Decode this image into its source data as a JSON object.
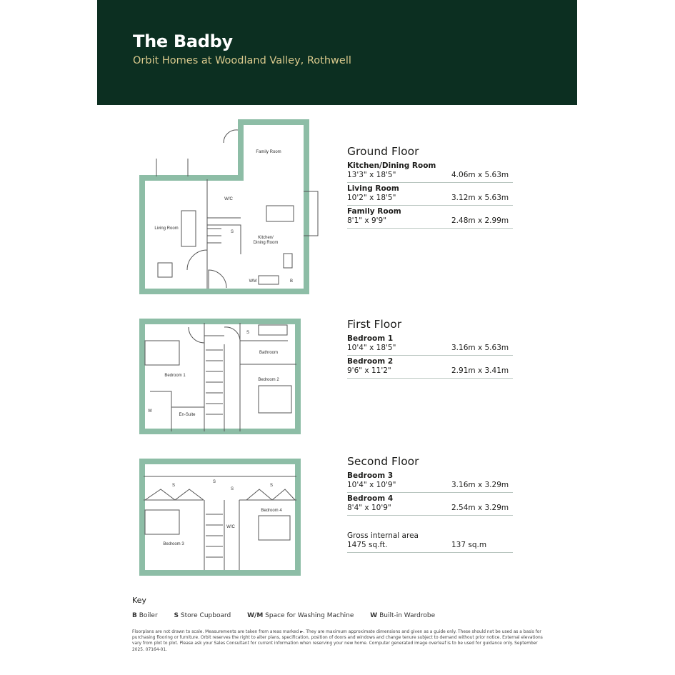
{
  "header": {
    "title": "The Badby",
    "subtitle": "Orbit Homes at Woodland Valley, Rothwell"
  },
  "colors": {
    "header_bg": "#0c2f21",
    "subtitle": "#d9c98c",
    "wall": "#8dbda6"
  },
  "plans": {
    "ground": [
      "Family Room",
      "W/C",
      "Living Room",
      "S",
      "Kitchen/",
      "Dining Room",
      "WM",
      "B"
    ],
    "first": [
      "Bedroom 1",
      "Bathroom",
      "Bedroom 2",
      "En-Suite",
      "W",
      "S"
    ],
    "second": [
      "S",
      "S",
      "S",
      "S",
      "Bedroom 3",
      "Bedroom 4",
      "W/C"
    ]
  },
  "floors": [
    {
      "title": "Ground Floor",
      "rooms": [
        {
          "name": "Kitchen/Dining Room",
          "imperial": "13'3\" x 18'5\"",
          "metric": "4.06m x 5.63m"
        },
        {
          "name": "Living Room",
          "imperial": "10'2\" x 18'5\"",
          "metric": "3.12m x 5.63m"
        },
        {
          "name": "Family Room",
          "imperial": "8'1\" x 9'9\"",
          "metric": "2.48m x 2.99m"
        }
      ]
    },
    {
      "title": "First Floor",
      "rooms": [
        {
          "name": "Bedroom 1",
          "imperial": "10'4\" x 18'5\"",
          "metric": "3.16m x 5.63m"
        },
        {
          "name": "Bedroom 2",
          "imperial": "9'6\" x 11'2\"",
          "metric": "2.91m x 3.41m"
        }
      ]
    },
    {
      "title": "Second Floor",
      "rooms": [
        {
          "name": "Bedroom 3",
          "imperial": "10'4\" x 10'9\"",
          "metric": "3.16m x 3.29m"
        },
        {
          "name": "Bedroom 4",
          "imperial": "8'4\" x 10'9\"",
          "metric": "2.54m x 3.29m"
        }
      ]
    }
  ],
  "gross": {
    "label": "Gross internal area",
    "imperial": "1475 sq.ft.",
    "metric": "137 sq.m"
  },
  "key": {
    "title": "Key",
    "items": [
      {
        "code": "B",
        "label": "Boiler"
      },
      {
        "code": "S",
        "label": "Store Cupboard"
      },
      {
        "code": "W/M",
        "label": "Space for Washing Machine"
      },
      {
        "code": "W",
        "label": "Built-in Wardrobe"
      }
    ]
  },
  "disclaimer": "Floorplans are not drawn to scale. Measurements are taken from areas marked ►. They are maximum approximate dimensions and given as a guide only. These should not be used as a basis for purchasing flooring or furniture. Orbit reserves the right to alter plans, specification, position of doors and windows and change tenure subject to demand without prior notice. External elevations vary from plot to plot. Please ask your Sales Consultant for current information when reserving your new home. Computer generated image overleaf is to be used for guidance only. September 2025. 07164-01."
}
